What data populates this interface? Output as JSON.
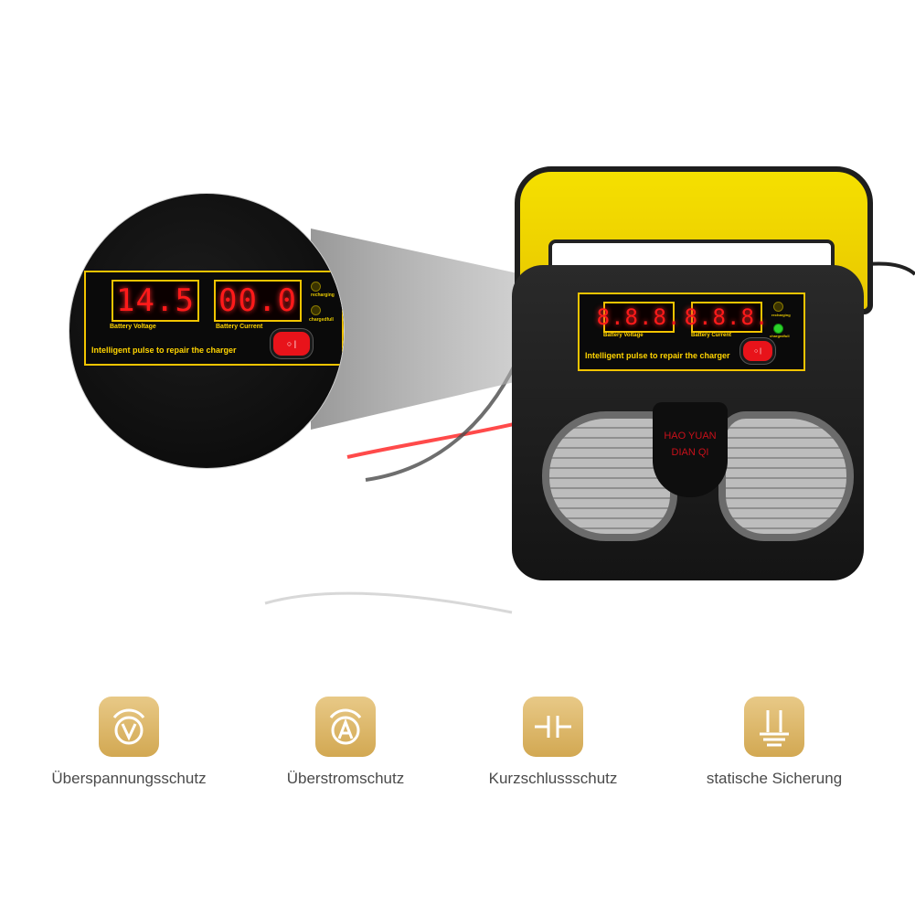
{
  "zoom_display": {
    "voltage_reading": "14.5",
    "current_reading": "00.0",
    "voltage_label": "Battery Voltage",
    "current_label": "Battery Current",
    "slogan": "Intelligent pulse to repair the charger",
    "recharging_label": "recharging",
    "charged_full_label": "chargedfull"
  },
  "device_display": {
    "voltage_reading": "8.8.8.",
    "current_reading": "8.8.8.",
    "voltage_label": "Battery Voltage",
    "current_label": "Battery Current",
    "slogan": "Intelligent pulse to repair the charger",
    "recharging_label": "recharging",
    "charged_full_label": "chargedfull"
  },
  "brand": {
    "line1": "HAO YUAN",
    "line2": "DIAN QI"
  },
  "features": [
    {
      "icon": "overvoltage-icon",
      "label": "Überspannungsschutz"
    },
    {
      "icon": "overcurrent-icon",
      "label": "Überstromschutz"
    },
    {
      "icon": "short-circuit-icon",
      "label": "Kurzschlussschutz"
    },
    {
      "icon": "ground-icon",
      "label": "statische Sicherung"
    }
  ],
  "colors": {
    "handle_yellow": "#f2d500",
    "lcd_red": "#ff1a1a",
    "icon_gold": "#d9b36a"
  }
}
